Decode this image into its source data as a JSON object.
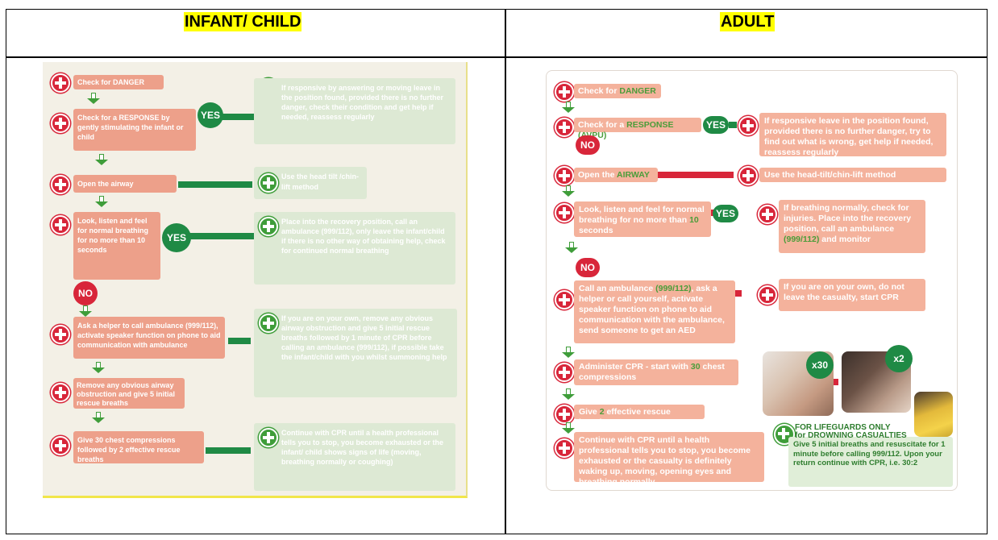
{
  "headers": {
    "left": "INFANT/ CHILD",
    "right": "ADULT"
  },
  "colors": {
    "highlight": "#ffff00",
    "red": "#d8263a",
    "green": "#1f8a45",
    "salmon": "#f4b29c",
    "light_green": "#dde9d4"
  },
  "infant": {
    "steps": [
      "Check for DANGER",
      "Check for a RESPONSE by gently stimulating the infant or child",
      "Open the airway",
      "Look, listen and feel for normal breathing for no more than 10 seconds",
      "Ask a helper to call ambulance (999/112), activate speaker function on phone to aid communication with ambulance",
      "Remove any obvious airway obstruction and give 5 initial rescue breaths",
      "Give 30 chest compressions followed by 2 effective rescue breaths"
    ],
    "outcomes": [
      "If responsive by answering or moving leave in the position found, provided there is no further danger, check their condition and get help if needed, reassess regularly",
      "Use the head tilt /chin-lift method",
      "Place into the recovery position, call an ambulance (999/112), only leave the infant/child if there is no other way of obtaining help, check for continued normal breathing",
      "If you are on your own, remove any obvious airway obstruction and give 5 initial rescue breaths followed by 1 minute of CPR before calling an ambulance (999/112), if possible take the infant/child with you whilst summoning help",
      "Continue with CPR until a health professional tells you to stop, you become exhausted or the infant/ child shows signs of life (moving, breathing normally or coughing)"
    ],
    "yes1": "YES",
    "yes2": "YES",
    "no1": "NO"
  },
  "adult": {
    "step1_a": "Check for ",
    "step1_b": "DANGER",
    "step2_a": "Check for a ",
    "step2_b": "RESPONSE (AVPU)",
    "yes1": "YES",
    "out1": "If responsive leave in the position found, provided there is no further danger, try to find out what is wrong, get help if needed, reassess regularly",
    "no1": "NO",
    "step3_a": "Open the ",
    "step3_b": "AIRWAY",
    "out2": "Use the head-tilt/chin-lift method",
    "step4_a": "Look, listen and feel for normal breathing for no more than ",
    "step4_b": "10",
    "step4_c": " seconds",
    "yes2": "YES",
    "out3_a": "If breathing normally, check for injuries.  Place into the recovery position, call an ambulance ",
    "out3_b": "(999/112)",
    "out3_c": " and monitor",
    "no2": "NO",
    "step5_a": "Call an ambulance ",
    "step5_b": "(999/112)",
    "step5_c": ", ask a helper or call yourself, activate speaker function on phone to aid communication with the ambulance, send someone to get an AED",
    "out4": "If you are on your own, do not leave the casualty, start CPR",
    "step6_a": "Administer CPR - start with ",
    "step6_b": "30",
    "step6_c": " chest compressions",
    "step7_a": "Give ",
    "step7_b": "2",
    "step7_c": " effective rescue breaths",
    "step8": "Continue with CPR until a health professional tells you to stop, you become exhausted or the casualty is definitely waking up, moving, opening eyes and breathing normally",
    "x30": "x30",
    "x2": "x2",
    "lg_title1": "FOR LIFEGUARDS ONLY",
    "lg_title2": "for DROWNING CASUALTIES",
    "lg_a": "Give ",
    "lg_b": "5",
    "lg_c": " initial breaths and resuscitate for ",
    "lg_d": "1",
    "lg_e": " minute before calling ",
    "lg_f": "999/112",
    "lg_g": ".  Upon your return continue with CPR, i.e. ",
    "lg_h": "30:2"
  }
}
